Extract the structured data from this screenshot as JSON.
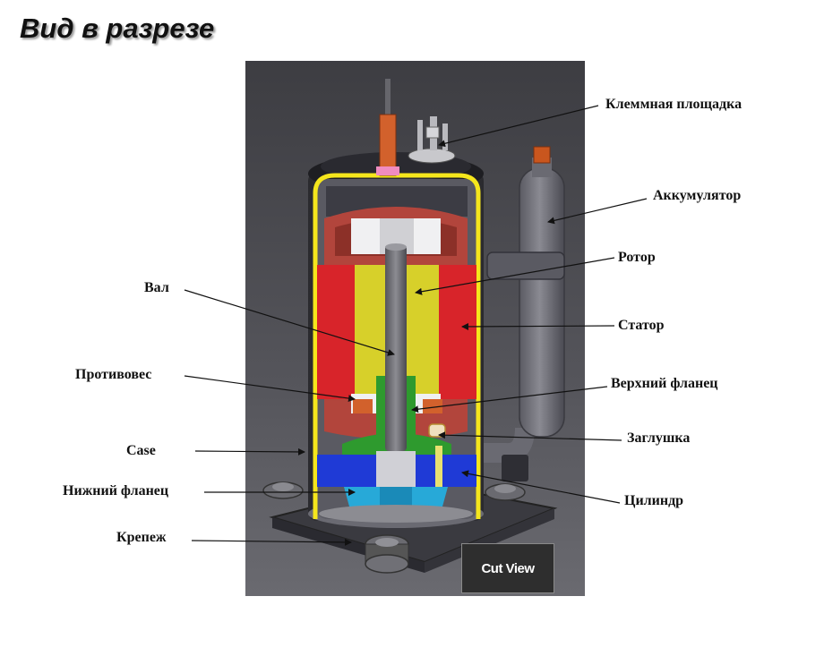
{
  "title": "Вид в разрезе",
  "badge": "Cut View",
  "labels": {
    "terminal": "Клеммная площадка",
    "accumulator": "Аккумулятор",
    "rotor": "Ротор",
    "shaft": "Вал",
    "stator": "Статор",
    "counterweight": "Противовес",
    "upper_flange": "Верхний фланец",
    "plug": "Заглушка",
    "case": "Case",
    "lower_flange": "Нижний фланец",
    "cylinder": "Цилиндр",
    "mount": "Крепеж"
  },
  "colors": {
    "case_outline": "#f5e61c",
    "stator": "#d8242a",
    "rotor": "#d7d02a",
    "upper_flange": "#2e9a2e",
    "cylinder": "#1f3ad6",
    "lower_flange": "#27a9d8",
    "background": "#4a4a50"
  }
}
